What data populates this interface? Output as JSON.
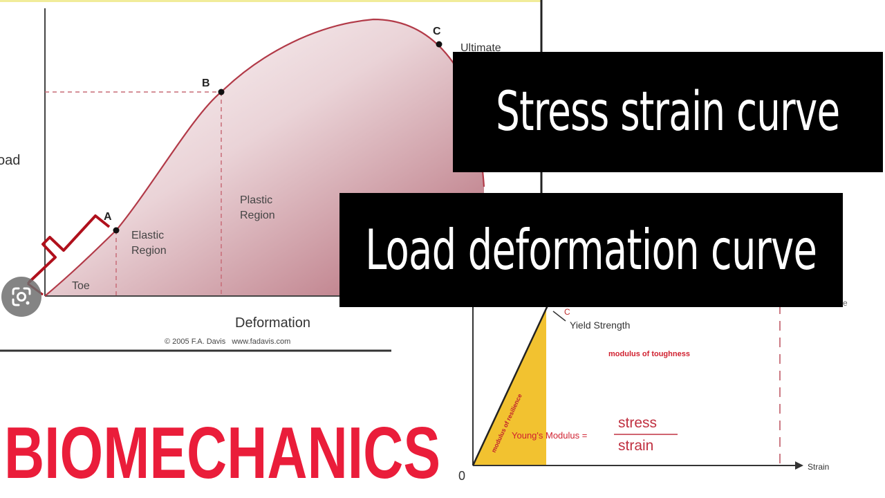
{
  "left_chart": {
    "ylabel": "oad",
    "xlabel": "Deformation",
    "copyright": "© 2005 F.A. Davis   www.fadavis.com",
    "points": [
      {
        "letter": "A",
        "name": "point-a"
      },
      {
        "letter": "B",
        "name": "point-b"
      },
      {
        "letter": "C",
        "name": "point-c"
      }
    ],
    "ultimate_label": "Ultimate",
    "elastic_label": [
      "Elastic",
      "Region"
    ],
    "plastic_label": [
      "Plastic",
      "Region"
    ],
    "toe_label": "Toe",
    "curve_color": "#b23a48",
    "fill_color": "#c98a94"
  },
  "right_chart": {
    "yield_label": "Yield Strength",
    "toughness_label": "modulus of toughness",
    "resilience_label": "modulus of resilience",
    "youngs_label": "Young's Modulus =",
    "stress_label": "stress",
    "strain_label": "strain",
    "origin_label": "0",
    "x_axis_label": "Strain",
    "point_c_label": "C",
    "edge_letter": "e",
    "resilience_color": "#f2c230",
    "accent_color": "#d0202f"
  },
  "overlay": {
    "stress_strain_title": "Stress strain curve",
    "load_deformation_title": "Load deformation curve",
    "brand": "BIOMECHANICS",
    "brand_color": "#ea1d3a",
    "lens_icon": "google-lens-icon"
  }
}
